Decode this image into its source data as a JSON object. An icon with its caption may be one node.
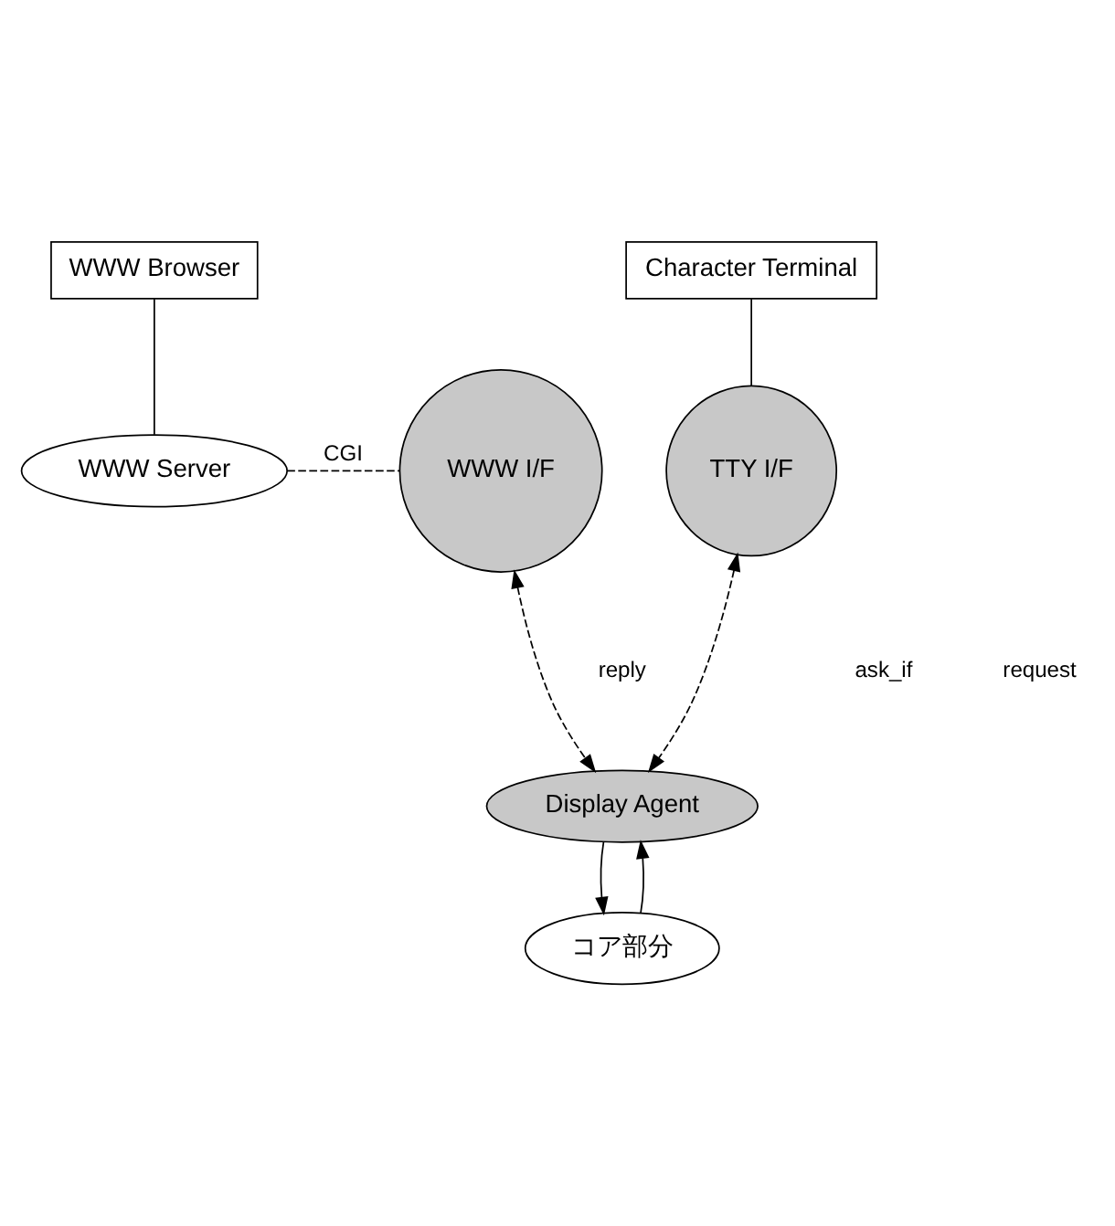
{
  "diagram": {
    "nodes": [
      {
        "text": [
          "WWW Browser"
        ]
      },
      {
        "text": [
          "Character Terminal"
        ]
      },
      {
        "text": [
          "WWW Server"
        ]
      },
      {
        "text": [
          "WWW I/F"
        ]
      },
      {
        "text": [
          "TTY I/F"
        ]
      },
      {
        "text": [
          "Display Agent"
        ]
      },
      {
        "text": [
          "コア部分"
        ]
      }
    ],
    "edges": [
      {
        "from": 0,
        "to": 2,
        "arrow": "none"
      },
      {
        "from": 1,
        "to": 4,
        "arrow": "none"
      },
      {
        "from": 2,
        "to": 3,
        "arrow": "none",
        "style": "dashed",
        "label": "CGI"
      },
      {
        "from": 3,
        "to": 5,
        "arrow": "both",
        "style": "dashed"
      },
      {
        "from": 4,
        "to": 5,
        "arrow": "both",
        "style": "dashed"
      },
      {
        "from": 6,
        "to": 5,
        "arrow": "to"
      },
      {
        "from": 5,
        "to": 6,
        "arrow": "to"
      }
    ],
    "labels": [
      "reply",
      "ask_if",
      "request"
    ]
  }
}
